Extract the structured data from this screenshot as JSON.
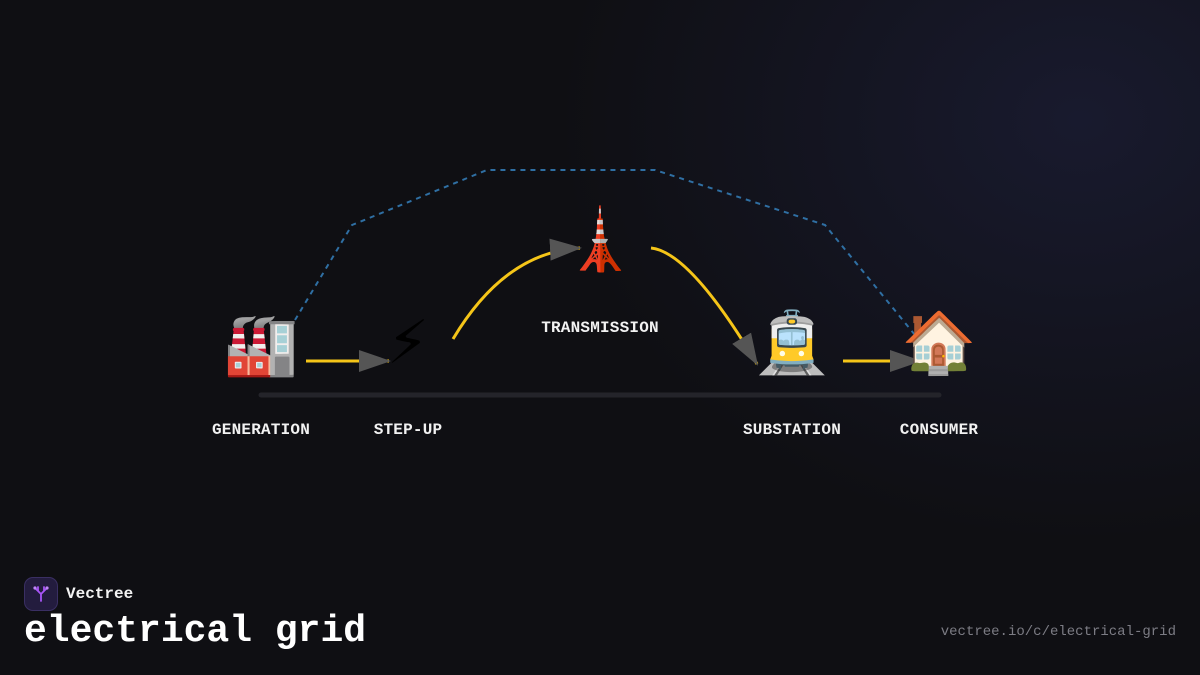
{
  "brand": {
    "name": "Vectree",
    "logo_icon": "tree-branch-icon",
    "accent_color": "#a855f7"
  },
  "page": {
    "title": "electrical grid",
    "url": "vectree.io/c/electrical-grid"
  },
  "colors": {
    "flow_line": "#f5c518",
    "feedback_line": "#2f6fa3",
    "arrowhead": "#555555",
    "baseline": "#24242a",
    "label_text": "#f2f2f2"
  },
  "diagram": {
    "nodes": [
      {
        "id": "generation",
        "label": "GENERATION",
        "emoji": "🏭",
        "icon": "factory-icon"
      },
      {
        "id": "step_up",
        "label": "STEP-UP",
        "emoji": "⚡",
        "icon": "lightning-icon"
      },
      {
        "id": "transmission",
        "label": "TRANSMISSION",
        "emoji": "🗼",
        "icon": "tower-icon"
      },
      {
        "id": "substation",
        "label": "SUBSTATION",
        "emoji": "🚊",
        "icon": "tram-icon"
      },
      {
        "id": "consumer",
        "label": "CONSUMER",
        "emoji": "🏠",
        "icon": "house-icon"
      }
    ],
    "edges": [
      {
        "from": "generation",
        "to": "step_up",
        "style": "solid"
      },
      {
        "from": "step_up",
        "to": "transmission",
        "style": "solid"
      },
      {
        "from": "transmission",
        "to": "substation",
        "style": "solid"
      },
      {
        "from": "substation",
        "to": "consumer",
        "style": "solid"
      },
      {
        "from": "generation",
        "to": "consumer",
        "style": "dashed"
      }
    ]
  }
}
